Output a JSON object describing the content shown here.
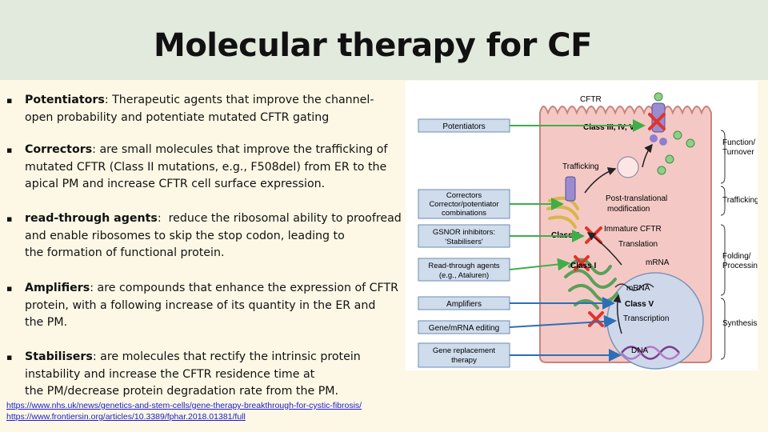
{
  "slide": {
    "title": "Molecular therapy for CF",
    "bullets": [
      {
        "term": "Potentiators",
        "separator": ":",
        "line1": " Therapeutic agents that improve the channel-",
        "line2": "open probability and potentiate mutated CFTR gating"
      },
      {
        "term": "Correctors",
        "separator": ":",
        "line1": " are small molecules that improve the trafficking of",
        "line2": "mutated CFTR (Class II mutations, e.g., F508del) from ER to the",
        "line3": "apical PM and increase CFTR cell surface expression."
      },
      {
        "term": "read-through agents",
        "separator": ":",
        "line1": "  reduce the ribosomal ability to proofread",
        "line2": "and enable ribosomes to skip the stop codon, leading to",
        "line3": "the formation of functional protein."
      },
      {
        "term": "Amplifiers",
        "separator": ":",
        "line1": " are compounds that enhance the expression of CFTR",
        "line2": "protein, with a following increase of its quantity in the ER and",
        "line3": "the PM."
      },
      {
        "term": "Stabilisers",
        "separator": ":",
        "line1": " are molecules that rectify the intrinsic protein",
        "line2": "instability and increase the CFTR residence time at",
        "line3": "the PM/decrease protein degradation rate from the PM."
      }
    ],
    "references": [
      "https://www.nhs.uk/news/genetics-and-stem-cells/gene-therapy-breakthrough-for-cystic-fibrosis/",
      "https://www.frontiersin.org/articles/10.3389/fphar.2018.01381/full"
    ]
  },
  "figure": {
    "boxes": {
      "potentiators": "Potentiators",
      "correctors_1": "Correctors",
      "correctors_2": "Corrector/potentiator",
      "correctors_3": "combinations",
      "gsnor_1": "GSNOR inhibitors:",
      "gsnor_2": "'Stabilisers'",
      "readthrough_1": "Read-through agents",
      "readthrough_2": "(e.g., Ataluren)",
      "amplifiers": "Amplifiers",
      "editing": "Gene/mRNA editing",
      "gene_1": "Gene replacement",
      "gene_2": "therapy"
    },
    "cell_labels": {
      "cftr": "CFTR",
      "class_iii": "Class III, IV, VI",
      "trafficking": "Trafficking",
      "ptm_1": "Post-translational",
      "ptm_2": "modification",
      "class_ii": "Class II",
      "immature": "Immature CFTR",
      "translation": "Translation",
      "class_i": "Class I",
      "mrna_1": "mRNA",
      "mrna_2": "mRNA",
      "class_v": "Class V",
      "transcription": "Transcription",
      "dna": "DNA"
    },
    "right_labels": {
      "function_1": "Function/",
      "function_2": "Turnover",
      "trafficking": "Trafficking",
      "folding_1": "Folding/",
      "folding_2": "Processing",
      "synthesis": "Synthesis"
    },
    "colors": {
      "box_fill": "#cfdcec",
      "box_stroke": "#6b8bb5",
      "green_arrow": "#3fae49",
      "blue_arrow": "#2c6fb7",
      "cell_fill": "#f4c9c5",
      "cell_stroke": "#c9847d",
      "nucleus_fill": "#cfd8ea",
      "red_x": "#e0342c"
    }
  }
}
